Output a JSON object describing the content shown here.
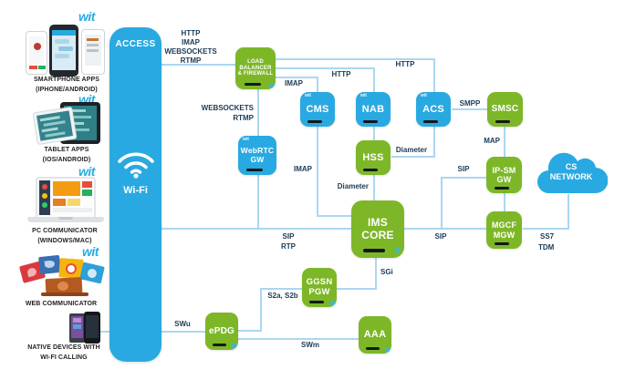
{
  "palette": {
    "blue": "#29a9e1",
    "green": "#7db728",
    "line": "#abd7f1",
    "label_text": "#1b3a55",
    "caption_text": "#231f20",
    "wit_blue": "#29abe2"
  },
  "brand": {
    "wit": "wit"
  },
  "access": {
    "title": "ACCESS",
    "wifi_label": "Wi-Fi",
    "wifi_icon": "wifi-icon"
  },
  "devices": [
    {
      "id": "smartphone",
      "caption": "SMARTPHONE APPS\n(IPHONE/ANDROID)",
      "has_wit_logo": true
    },
    {
      "id": "tablet",
      "caption": "TABLET APPS\n(IOS/ANDROID)",
      "has_wit_logo": true
    },
    {
      "id": "pc",
      "caption": "PC COMMUNICATOR\n(WINDOWS/MAC)",
      "has_wit_logo": true
    },
    {
      "id": "web",
      "caption": "WEB COMMUNICATOR",
      "has_wit_logo": true
    },
    {
      "id": "native",
      "caption": "NATIVE DEVICES WITH\nWI-FI CALLING",
      "has_wit_logo": false
    }
  ],
  "nodes": {
    "lb": {
      "label": "LOAD\nBALANCER\n& FIREWALL",
      "color": "green"
    },
    "cms": {
      "label": "CMS",
      "color": "blue"
    },
    "nab": {
      "label": "NAB",
      "color": "blue"
    },
    "acs": {
      "label": "ACS",
      "color": "blue"
    },
    "smsc": {
      "label": "SMSC",
      "color": "green"
    },
    "webrtc": {
      "label": "WebRTC\nGW",
      "color": "blue"
    },
    "hss": {
      "label": "HSS",
      "color": "green"
    },
    "ipsm": {
      "label": "IP-SM\nGW",
      "color": "green"
    },
    "mgcf": {
      "label": "MGCF\nMGW",
      "color": "green"
    },
    "ims": {
      "label": "IMS\nCORE",
      "color": "green"
    },
    "ggsn": {
      "label": "GGSN\nPGW",
      "color": "green"
    },
    "epdg": {
      "label": "ePDG",
      "color": "green"
    },
    "aaa": {
      "label": "AAA",
      "color": "green"
    },
    "cloud": {
      "label": "CS\nNETWORK",
      "color": "blue"
    }
  },
  "edges": {
    "access_lb_stack": [
      "HTTP",
      "IMAP",
      "WEBSOCKETS",
      "RTMP"
    ],
    "http_acs": "HTTP",
    "http_nab": "HTTP",
    "imap_cms": "IMAP",
    "websockets_webrtc": "WEBSOCKETS",
    "rtmp_webrtc": "RTMP",
    "imap_ims": "IMAP",
    "diameter_acs_hss": "Diameter",
    "diameter_hss_ims": "Diameter",
    "smpp": "SMPP",
    "map": "MAP",
    "sip_ipsm": "SIP",
    "sip_access": "SIP",
    "rtp_access": "RTP",
    "sip_mgcf": "SIP",
    "sgi": "SGi",
    "s2a_s2b": "S2a, S2b",
    "swu": "SWu",
    "swm": "SWm",
    "ss7": "SS7",
    "tdm": "TDM"
  }
}
